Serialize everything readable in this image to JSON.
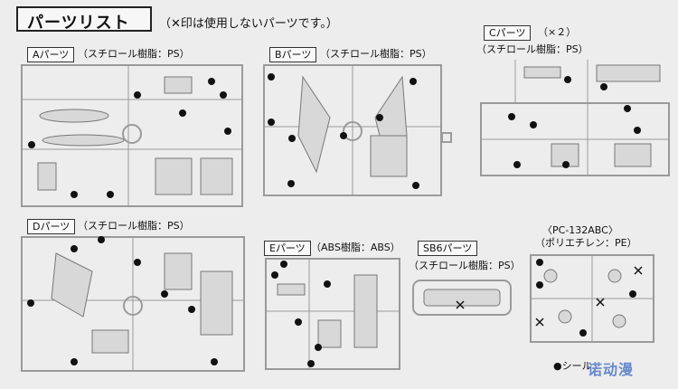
{
  "title": "パーツリスト",
  "note": "（✕印は使用しないパーツです。）",
  "parts": {
    "A": {
      "name": "Aパーツ",
      "material": "（スチロール樹脂：PS）"
    },
    "B": {
      "name": "Bパーツ",
      "material": "（スチロール樹脂：PS）"
    },
    "C": {
      "name": "Cパーツ",
      "qty": "（×２）",
      "material": "（スチロール樹脂：PS）"
    },
    "D": {
      "name": "Dパーツ",
      "material": "（スチロール樹脂：PS）"
    },
    "E": {
      "name": "Eパーツ",
      "material": "（ABS樹脂：ABS）"
    },
    "SB6": {
      "name": "SB6パーツ",
      "material": "（スチロール樹脂：PS）"
    },
    "PC": {
      "name": "〈PC-132ABC〉",
      "material": "（ポリエチレン：PE）"
    }
  },
  "legend": "●シール",
  "watermark": "诺动漫",
  "colors": {
    "runner": "#9a9a9a",
    "part": "#d8d8d8",
    "marker": "#111111"
  }
}
